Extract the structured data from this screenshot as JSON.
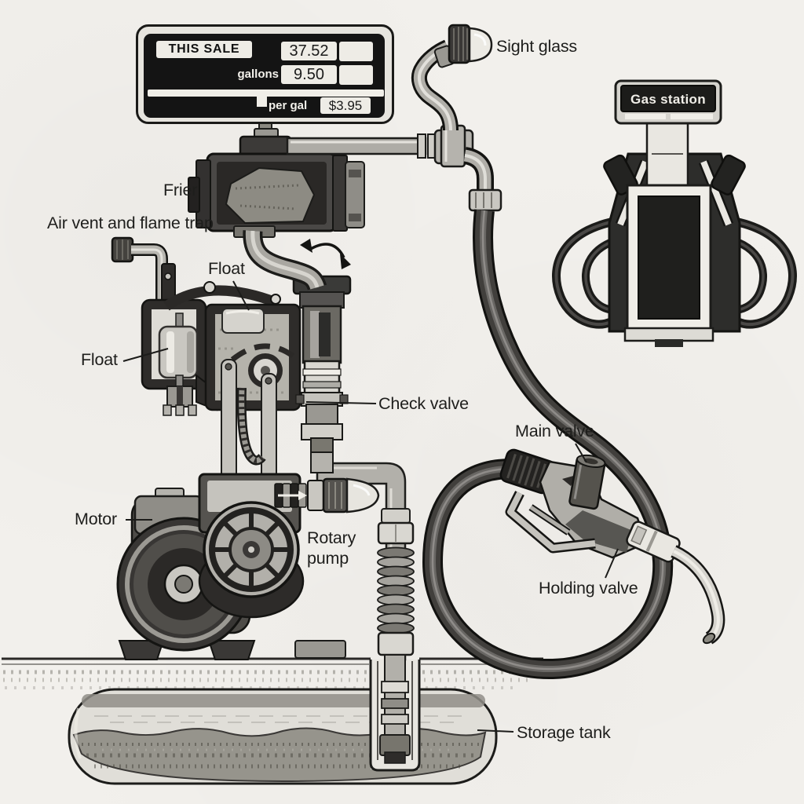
{
  "display": {
    "this_sale_label": "THIS SALE",
    "this_sale_value": "37.52",
    "gallons_label": "gallons",
    "gallons_value": "9.50",
    "per_gal_label": "per gal",
    "per_gal_value": "$3.95"
  },
  "station": {
    "sign_label": "Gas station"
  },
  "labels": {
    "sight_glass": "Sight glass",
    "frier": "Frier",
    "air_vent": "Air vent and flame trap",
    "float_top": "Float",
    "float_left": "Float",
    "check_valve": "Check valve",
    "main_valve": "Main valve",
    "holding_valve": "Holding valve",
    "motor": "Motor",
    "rotary_pump": "Rotary pump",
    "storage_tank": "Storage tank"
  },
  "colors": {
    "paper": "#f2f0ec",
    "ink": "#1c1c1a",
    "hose": "#413f3c",
    "display_bg": "#141414",
    "display_box": "#eeece6"
  }
}
